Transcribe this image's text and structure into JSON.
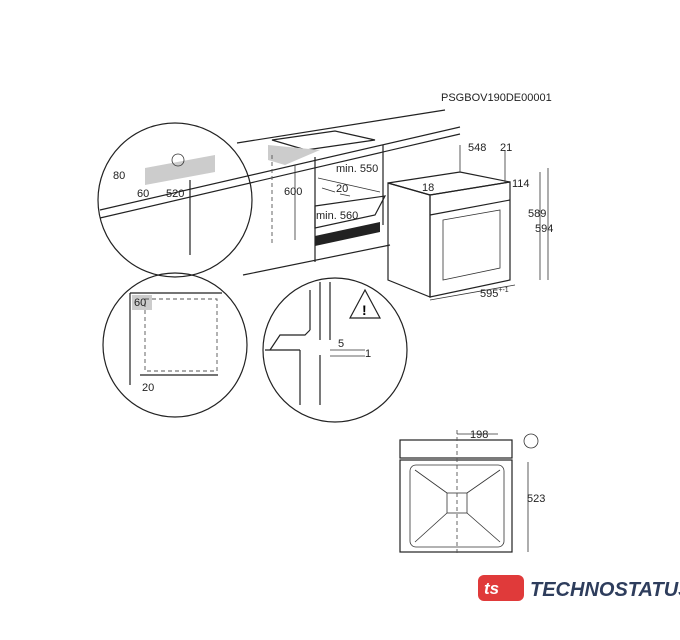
{
  "diagram": {
    "code": "PSGBOV190DE00001",
    "upper_left_detail": {
      "d80": "80",
      "d60": "60",
      "d520": "520"
    },
    "cabinet": {
      "d600": "600",
      "min550": "min. 550",
      "d20": "20",
      "min560": "min. 560"
    },
    "oven": {
      "d548": "548",
      "d21": "21",
      "d18": "18",
      "d114": "114",
      "d589": "589",
      "d594": "594",
      "d595": "595",
      "d595_tol": "+-1"
    },
    "lower_left_detail": {
      "d60": "60",
      "d20": "20"
    },
    "middle_detail": {
      "d5": "5",
      "d1": "1"
    },
    "top_view": {
      "d198": "198",
      "d523": "523"
    }
  },
  "logo": {
    "mark": "ts",
    "text": "TECHNOSTATUS",
    "mark_color": "#e03a3a",
    "text_color": "#2e3d5c"
  }
}
